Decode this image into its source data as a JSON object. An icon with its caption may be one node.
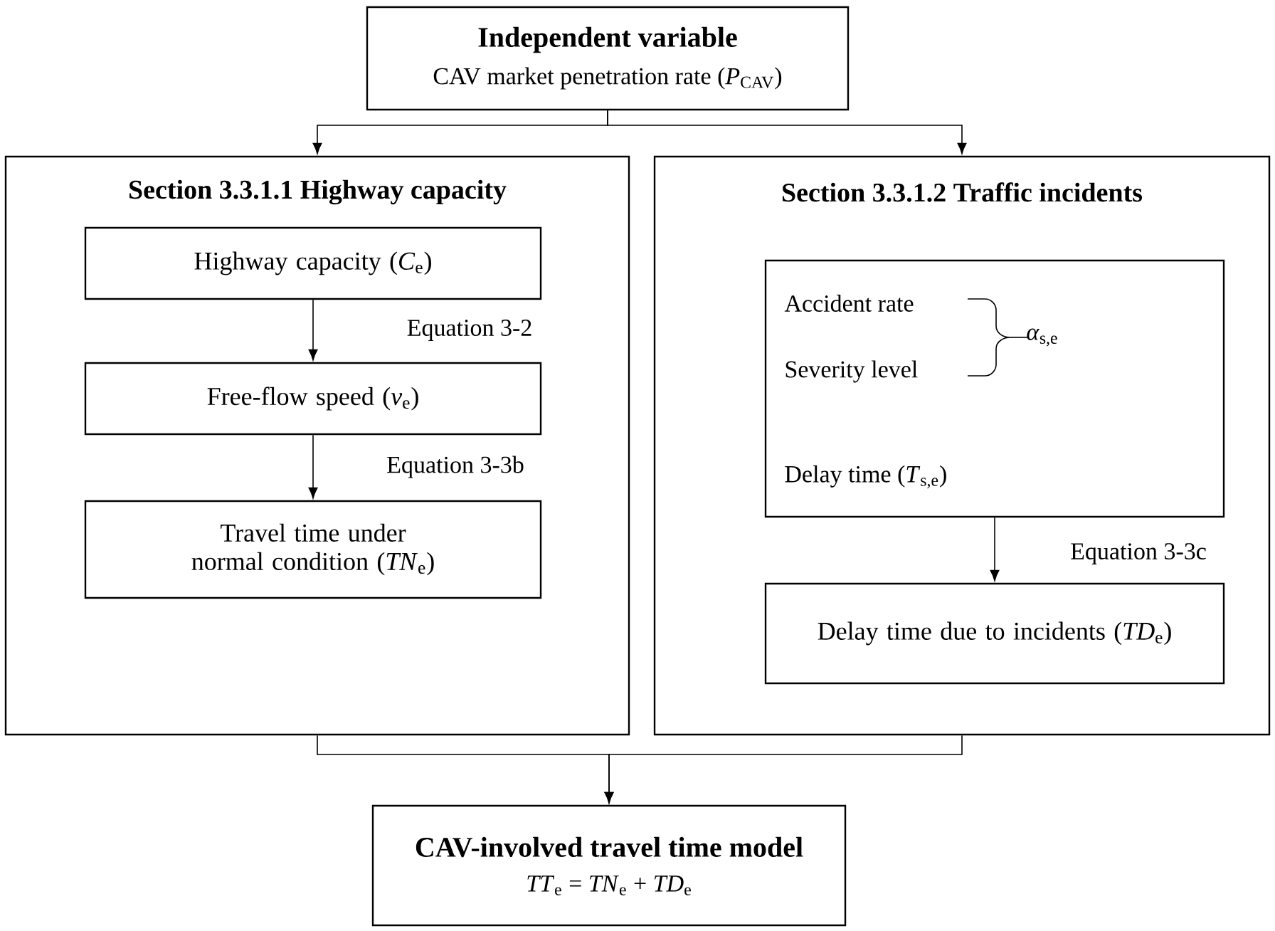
{
  "diagram": {
    "nodes": [
      {
        "text": [
          "Independent variable",
          "CAV market penetration rate (*P*$_{CAV}$)"
        ]
      },
      {
        "text": [
          "Section 3.3.1.1  Highway capacity"
        ]
      },
      {
        "text": [
          "Highway capacity (*C*$_{e}$)"
        ],
        "in": 1
      },
      {
        "text": [
          "Free-flow speed (*v*$_{e}$)"
        ],
        "in": 1
      },
      {
        "text": [
          "Travel time under normal condition (*TN*$_{e}$)"
        ],
        "in": 1
      },
      {
        "text": [
          "Section 3.3.1.2  Traffic incidents"
        ]
      },
      {
        "text": [
          "Accident rate",
          "Severity level",
          "*α*$_{s,e}$",
          "Delay time (*T*$_{s,e}$)"
        ],
        "in": 5
      },
      {
        "text": [
          "Delay time due to incidents (*TD*$_{e}$)"
        ],
        "in": 5
      },
      {
        "text": [
          "CAV-involved travel time model",
          "*TT*$_{e}$ = *TN*$_{e}$ + *TD*$_{e}$"
        ]
      }
    ],
    "edges": [
      {
        "from": 0,
        "to": 1,
        "arrow": "to"
      },
      {
        "from": 0,
        "to": 5,
        "arrow": "to"
      },
      {
        "from": 2,
        "to": 3,
        "arrow": "to",
        "label": "Equation 3-2"
      },
      {
        "from": 3,
        "to": 4,
        "arrow": "to",
        "label": "Equation 3-3b"
      },
      {
        "from": 6,
        "to": 7,
        "arrow": "to",
        "label": "Equation 3-3c"
      },
      {
        "from": 1,
        "to": 8,
        "arrow": "to"
      },
      {
        "from": 5,
        "to": 8,
        "arrow": "to"
      }
    ]
  }
}
